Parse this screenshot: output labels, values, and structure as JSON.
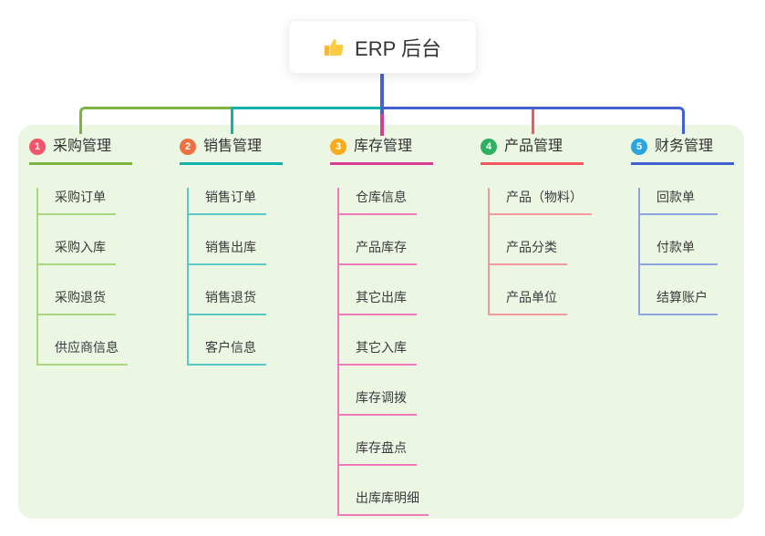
{
  "root": {
    "label": "ERP 后台",
    "icon": "thumbs-up-icon"
  },
  "colors": {
    "root_connector": "#4C60D0",
    "panel_bg": "#EBF6E3",
    "root_text": "#333333"
  },
  "branches": [
    {
      "num": "1",
      "title": "采购管理",
      "badge_color": "#F2556B",
      "line": "#7CB342",
      "line_light": "#ABD680",
      "items": [
        "采购订单",
        "采购入库",
        "采购退货",
        "供应商信息"
      ]
    },
    {
      "num": "2",
      "title": "销售管理",
      "badge_color": "#EF7040",
      "line": "#12B2AC",
      "line_light": "#5CC8C3",
      "items": [
        "销售订单",
        "销售出库",
        "销售退货",
        "客户信息"
      ]
    },
    {
      "num": "3",
      "title": "库存管理",
      "badge_color": "#F8AC1C",
      "line": "#D83D95",
      "line_light": "#EE79BB",
      "items": [
        "仓库信息",
        "产品库存",
        "其它出库",
        "其它入库",
        "库存调拨",
        "库存盘点",
        "出库库明细"
      ]
    },
    {
      "num": "4",
      "title": "产品管理",
      "badge_color": "#2FB061",
      "line": "#F4575C",
      "line_light": "#F3999B",
      "items": [
        "产品（物料）",
        "产品分类",
        "产品单位"
      ]
    },
    {
      "num": "5",
      "title": "财务管理",
      "badge_color": "#2BA5DD",
      "line": "#4161D2",
      "line_light": "#8FA3E2",
      "items": [
        "回款单",
        "付款单",
        "结算账户"
      ]
    }
  ]
}
